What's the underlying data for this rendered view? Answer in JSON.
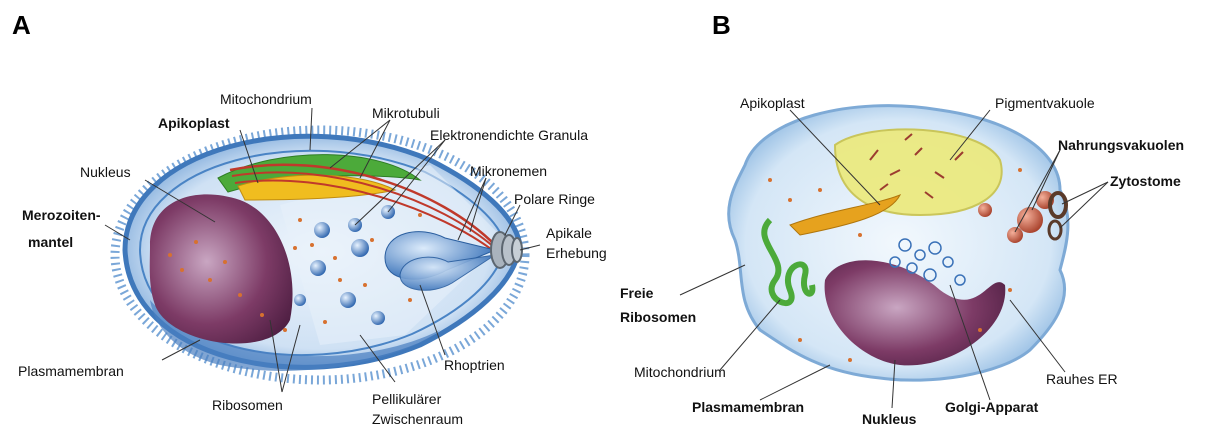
{
  "panels": {
    "a": {
      "letter": "A",
      "labels": {
        "mitochondrium": "Mitochondrium",
        "apikoplast": "Apikoplast",
        "mikrotubuli": "Mikrotubuli",
        "granula": "Elektronendichte Granula",
        "nukleus": "Nukleus",
        "mikronemen": "Mikronemen",
        "polare_ringe": "Polare Ringe",
        "merozoiten_1": "Merozoiten-",
        "merozoiten_2": "mantel",
        "apikale_1": "Apikale",
        "apikale_2": "Erhebung",
        "rhoptrien": "Rhoptrien",
        "plasmamembran": "Plasmamembran",
        "pellikular_1": "Pellikulärer",
        "pellikular_2": "Zwischenraum",
        "ribosomen": "Ribosomen"
      }
    },
    "b": {
      "letter": "B",
      "labels": {
        "apikoplast": "Apikoplast",
        "pigmentvakuole": "Pigmentvakuole",
        "nahrungsvakuolen": "Nahrungsvakuolen",
        "zytostome": "Zytostome",
        "freie_1": "Freie",
        "freie_2": "Ribosomen",
        "mitochondrium": "Mitochondrium",
        "rauhes_er": "Rauhes ER",
        "plasmamembran": "Plasmamembran",
        "nukleus": "Nukleus",
        "golgi": "Golgi-Apparat"
      }
    }
  },
  "colors": {
    "membrane_blue": "#4f86c6",
    "cytoplasm": "#dbe9f7",
    "nucleus": "#6b2f58",
    "mitochondrium": "#48a23a",
    "apikoplast": "#e9b320",
    "ribosome_dot": "#d86a2c",
    "rhoptry": "#3d79c4",
    "pigment": "#e6e06a",
    "food_vacuole": "#c0523c"
  }
}
